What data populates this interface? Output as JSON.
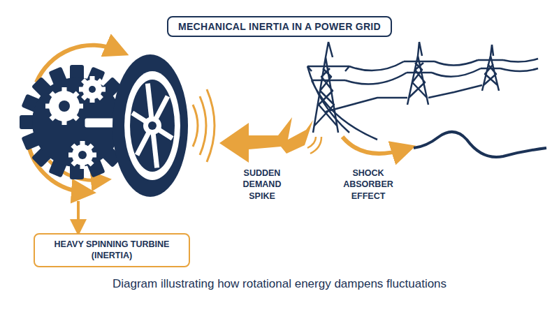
{
  "diagram": {
    "title": "MECHANICAL INERTIA IN A POWER GRID",
    "caption": "Diagram illustrating how rotational energy dampens fluctuations",
    "nodes": [
      {
        "text": [
          "HEAVY SPINNING TURBINE (INERTIA)"
        ]
      }
    ],
    "labels": [
      "SUDDEN DEMAND SPIKE",
      "SHOCK ABSORBER EFFECT"
    ]
  }
}
